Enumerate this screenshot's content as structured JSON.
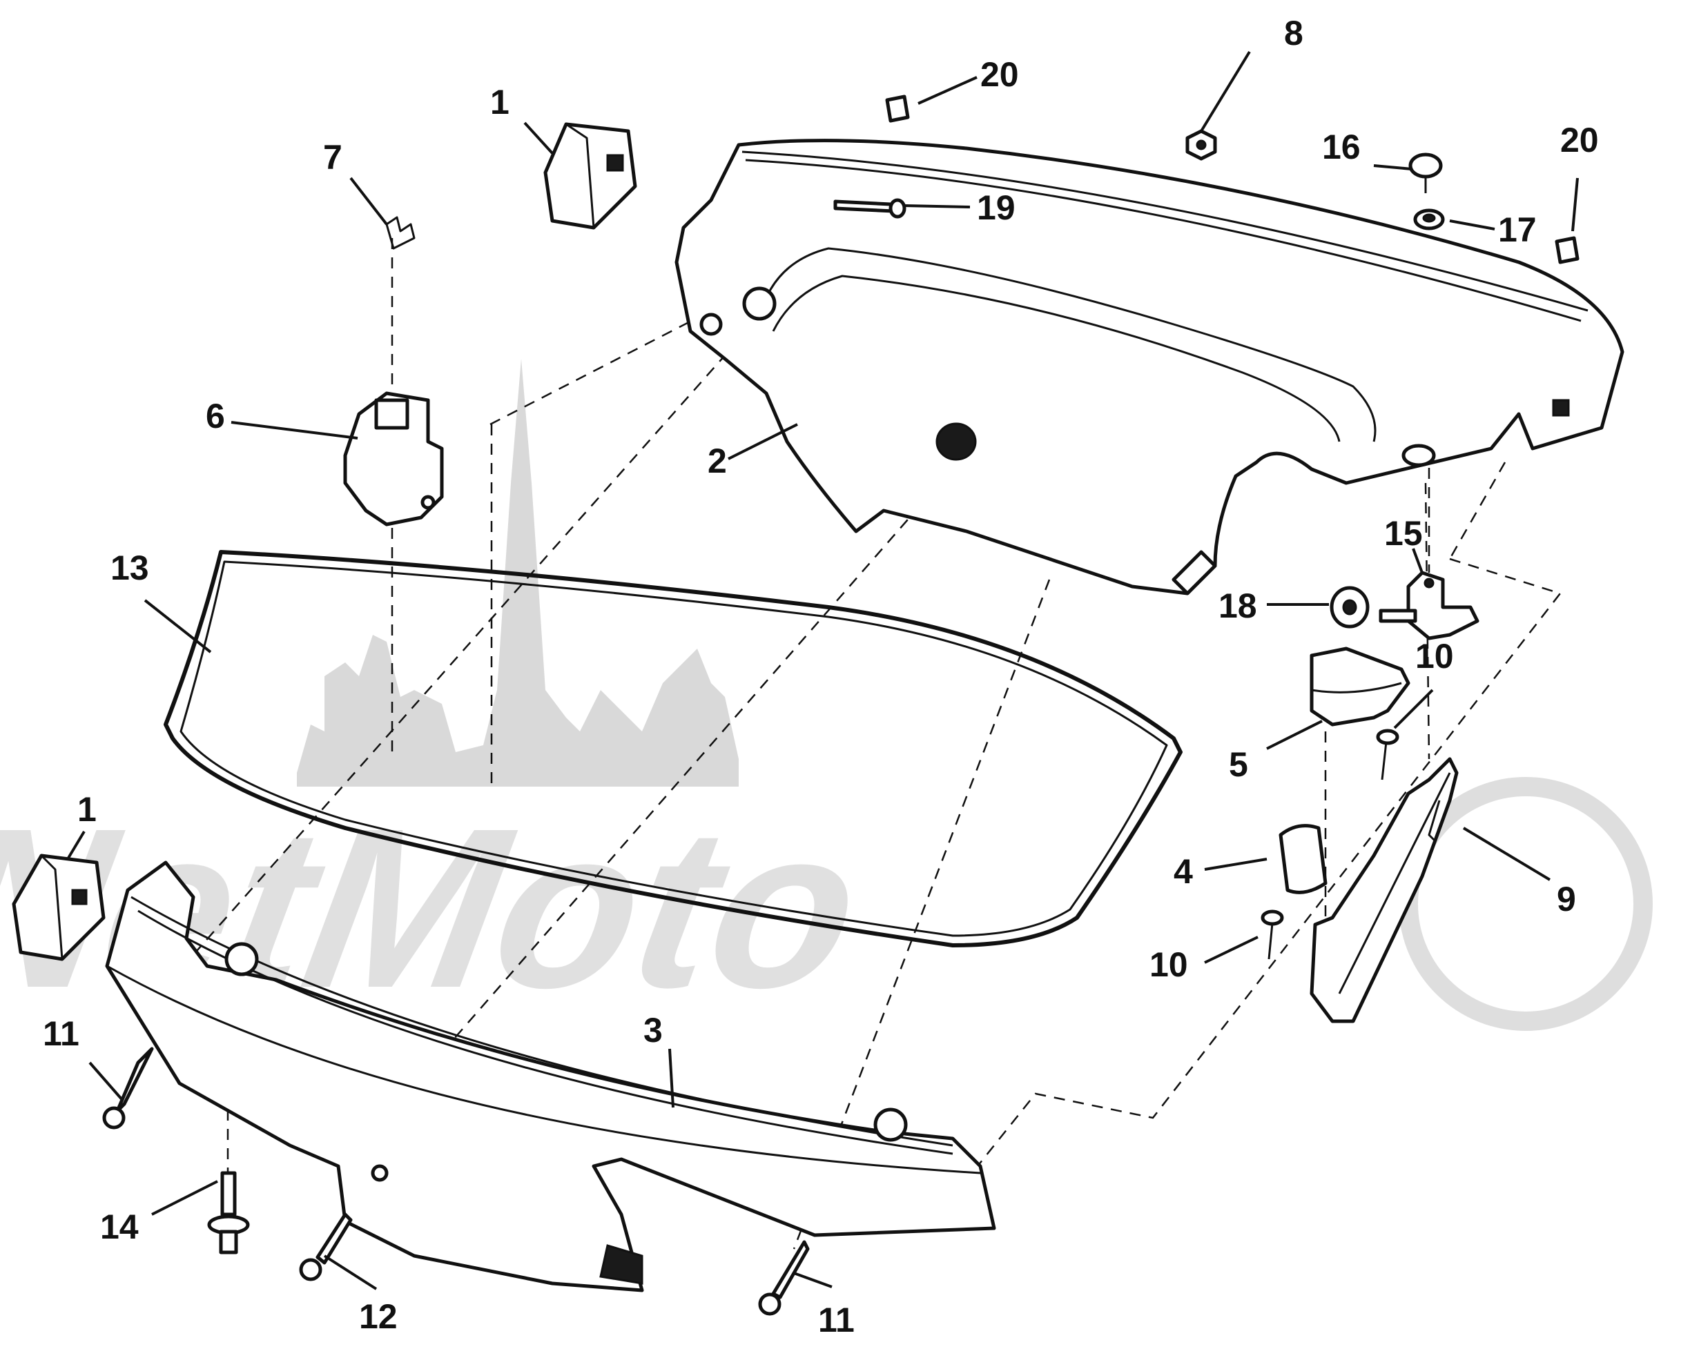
{
  "diagram": {
    "watermark_text": "NetMoto",
    "callouts": {
      "c1_top": "1",
      "c1_left": "1",
      "c2": "2",
      "c3": "3",
      "c4": "4",
      "c5": "5",
      "c6": "6",
      "c7": "7",
      "c8": "8",
      "c9": "9",
      "c10_upper": "10",
      "c10_lower": "10",
      "c11_left": "11",
      "c11_bottom": "11",
      "c12": "12",
      "c13": "13",
      "c14": "14",
      "c15": "15",
      "c16": "16",
      "c17": "17",
      "c18": "18",
      "c19": "19",
      "c20_left": "20",
      "c20_right": "20"
    }
  }
}
